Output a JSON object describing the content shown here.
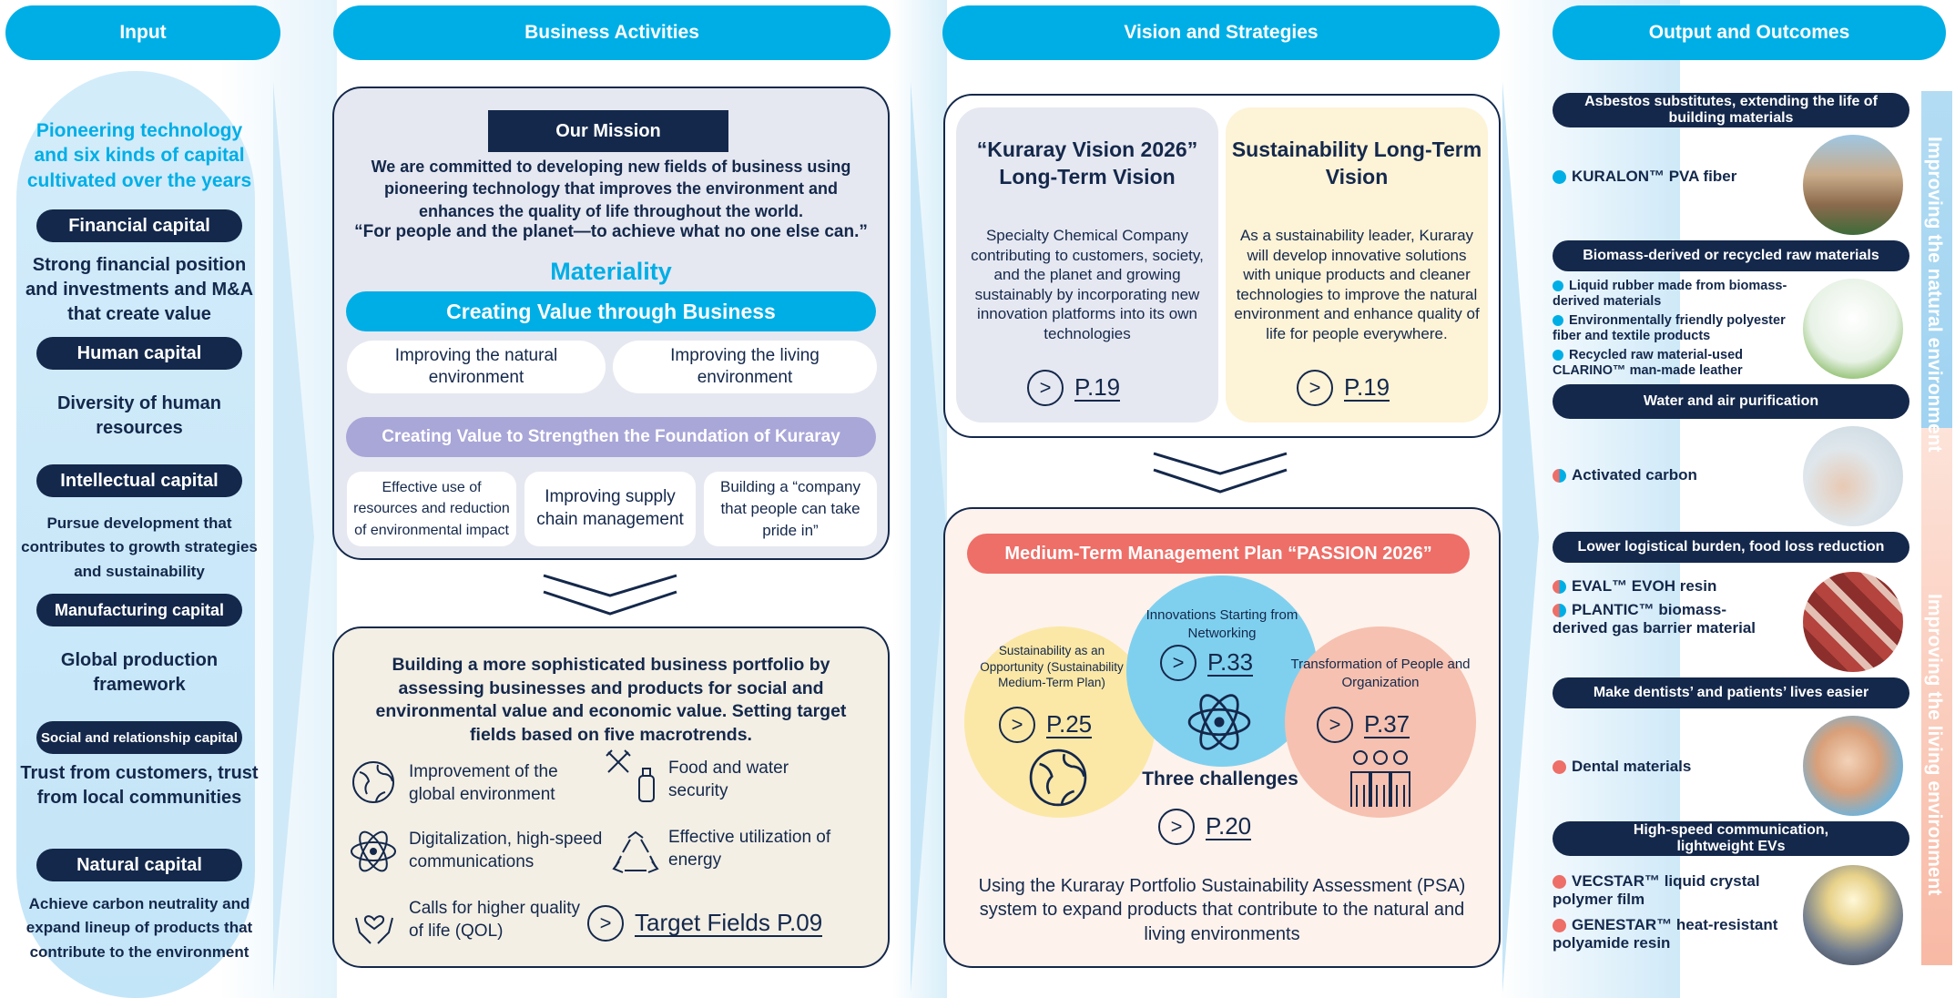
{
  "headers": {
    "input": "Input",
    "business": "Business Activities",
    "vision": "Vision and Strategies",
    "output": "Output and Outcomes"
  },
  "input": {
    "intro": "Pioneering technology and six kinds of capital cultivated over the years",
    "capitals": [
      {
        "name": "Financial capital",
        "desc": "Strong financial position and investments and M&A that create value"
      },
      {
        "name": "Human capital",
        "desc": "Diversity of human resources"
      },
      {
        "name": "Intellectual capital",
        "desc": "Pursue development that contributes to growth strategies and sustainability"
      },
      {
        "name": "Manufacturing capital",
        "desc": "Global production framework"
      },
      {
        "name": "Social and relationship capital",
        "desc": "Trust from customers, trust from local communities"
      },
      {
        "name": "Natural capital",
        "desc": "Achieve carbon neutrality and expand lineup of products that contribute to the environment"
      }
    ]
  },
  "business": {
    "mission_title": "Our Mission",
    "mission_text": "We are committed to developing new fields of business using pioneering technology that improves the environment and enhances the quality of life throughout the world.",
    "mission_quote": "“For people and the planet—to achieve what no one else can.”",
    "materiality_title": "Materiality",
    "value_business": "Creating Value through Business",
    "natural_env": "Improving the natural environment",
    "living_env": "Improving the living environment",
    "value_foundation": "Creating Value to Strengthen the Foundation of Kuraray",
    "foundation_items": [
      "Effective use of resources and reduction of environmental impact",
      "Improving supply chain management",
      "Building a “company that people can take pride in”"
    ],
    "portfolio_text": "Building a more sophisticated business portfolio by assessing businesses and products for social and environmental value and economic value. Setting target fields based on five macrotrends.",
    "fields": [
      "Improvement of the global environment",
      "Food and water security",
      "Digitalization, high-speed communications",
      "Effective utilization of energy",
      "Calls for higher quality of life (QOL)"
    ],
    "target_ref": "Target Fields P.09"
  },
  "vision": {
    "kv_title": "“Kuraray Vision 2026” Long-Term Vision",
    "kv_text": "Specialty Chemical Company contributing to customers, society, and the planet and growing sustainably by incorporating new innovation platforms into its own technologies",
    "kv_ref": "P.19",
    "sus_title": "Sustainability Long-Term Vision",
    "sus_text": "As a sustainability leader, Kuraray will develop innovative solutions with unique products and cleaner technologies to improve the natural environment and enhance quality of life for people everywhere.",
    "sus_ref": "P.19",
    "plan_title": "Medium-Term Management Plan “PASSION 2026”",
    "c1_label": "Sustainability as an Opportunity (Sustainability Medium-Term Plan)",
    "c1_ref": "P.25",
    "c2_label": "Innovations Starting from Networking",
    "c2_ref": "P.33",
    "c3_label": "Transformation of People and Organization",
    "c3_ref": "P.37",
    "challenges": "Three challenges",
    "challenges_ref": "P.20",
    "psa_text": "Using the Kuraray Portfolio Sustainability Assessment (PSA) system to expand products that contribute to the natural and living environments"
  },
  "output": {
    "side_natural": "Improving the natural environment",
    "side_living": "Improving the living environment",
    "groups": [
      {
        "title": "Asbestos substitutes, extending the life of building materials",
        "items": [
          "KURALON™ PVA fiber"
        ]
      },
      {
        "title": "Biomass-derived or recycled raw materials",
        "items": [
          "Liquid rubber made from biomass-derived materials",
          "Environmentally friendly polyester fiber and textile products",
          "Recycled raw material-used CLARINO™ man-made leather"
        ]
      },
      {
        "title": "Water and air purification",
        "items": [
          "Activated carbon"
        ]
      },
      {
        "title": "Lower logistical burden, food loss reduction",
        "items": [
          "EVAL™ EVOH resin",
          "PLANTIC™ biomass-derived gas barrier material"
        ]
      },
      {
        "title": "Make dentists’ and patients’ lives easier",
        "items": [
          "Dental materials"
        ]
      },
      {
        "title": "High-speed communication, lightweight EVs",
        "items": [
          "VECSTAR™ liquid crystal polymer film",
          "GENESTAR™ heat-resistant polyamide resin"
        ]
      }
    ]
  },
  "colors": {
    "cyan": "#00aee6",
    "navy": "#14284b",
    "lavender": "#a9a6d8",
    "salmon": "#ee6e68",
    "yellow": "#fcee9e",
    "blue_circle": "#7fd0ef",
    "pink_circle": "#f6b8a8"
  },
  "icons": [
    "globe-icon",
    "fork-knife-bottle-icon",
    "network-atom-icon",
    "recycle-icon",
    "hands-heart-icon",
    "people-icon",
    "chevron-right-icon",
    "double-chevron-down-icon"
  ]
}
